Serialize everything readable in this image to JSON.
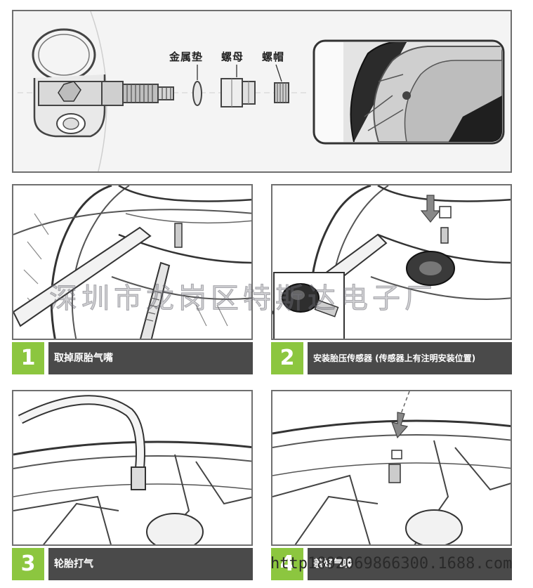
{
  "top": {
    "labels": {
      "washer": "金属垫",
      "nut": "螺母",
      "cap": "螺帽"
    }
  },
  "steps": [
    {
      "num": "1",
      "text": "取掉原胎气嘴"
    },
    {
      "num": "2",
      "text": "安装胎压传感器 (传感器上有注明安装位置)"
    },
    {
      "num": "3",
      "text": "轮胎打气"
    },
    {
      "num": "4",
      "text": "盖好气嘴"
    }
  ],
  "watermark": "深圳市龙岗区特斯达电子厂",
  "url": "http1892069866300.1688.com",
  "colors": {
    "accent": "#8cc63f",
    "bar": "#4a4a4a",
    "frame": "#6f6f6f"
  }
}
